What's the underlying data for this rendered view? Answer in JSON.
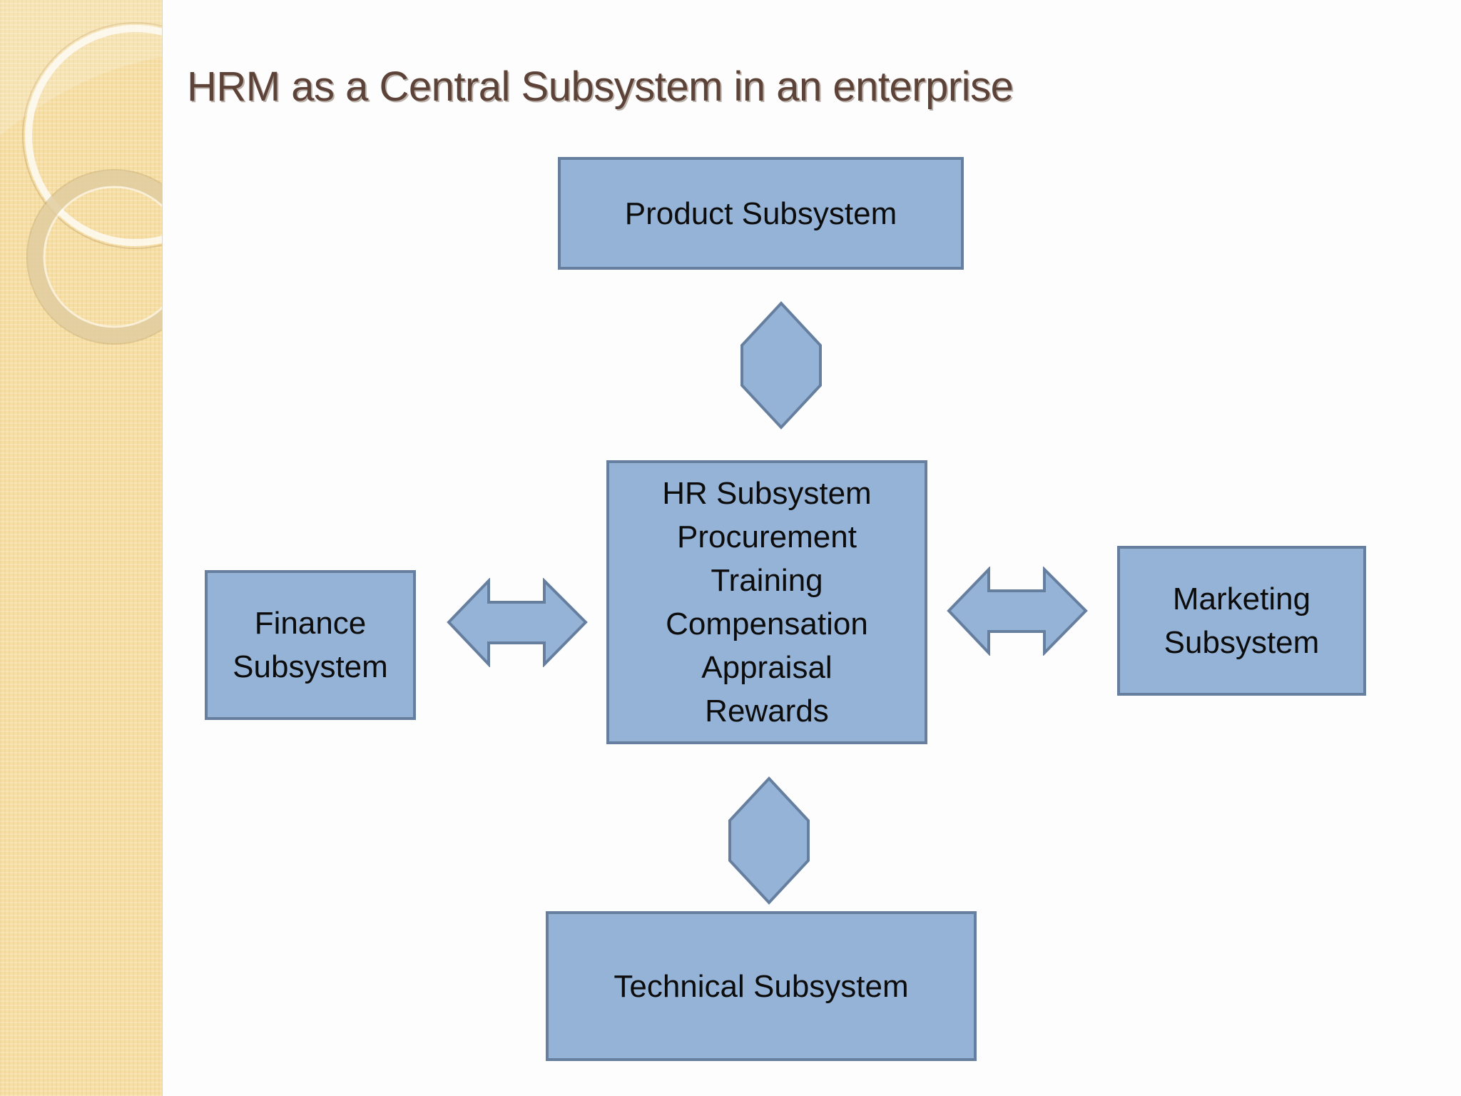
{
  "slide": {
    "title": "HRM as a Central Subsystem in an enterprise"
  },
  "diagram": {
    "product": {
      "label": "Product Subsystem"
    },
    "hr": {
      "lines": [
        "HR Subsystem",
        "Procurement",
        "Training",
        "Compensation",
        "Appraisal",
        "Rewards"
      ]
    },
    "finance": {
      "lines": [
        "Finance",
        "Subsystem"
      ]
    },
    "marketing": {
      "lines": [
        "Marketing",
        "Subsystem"
      ]
    },
    "technical": {
      "label": "Technical Subsystem"
    }
  },
  "colors": {
    "box_fill": "#95b3d7",
    "box_border": "#667f9f",
    "title_text": "#5d4238",
    "side_band": "#f6dea5"
  },
  "icons": {
    "vertical_connector": "up-down-arrow-icon",
    "horizontal_connector": "left-right-arrow-icon"
  }
}
